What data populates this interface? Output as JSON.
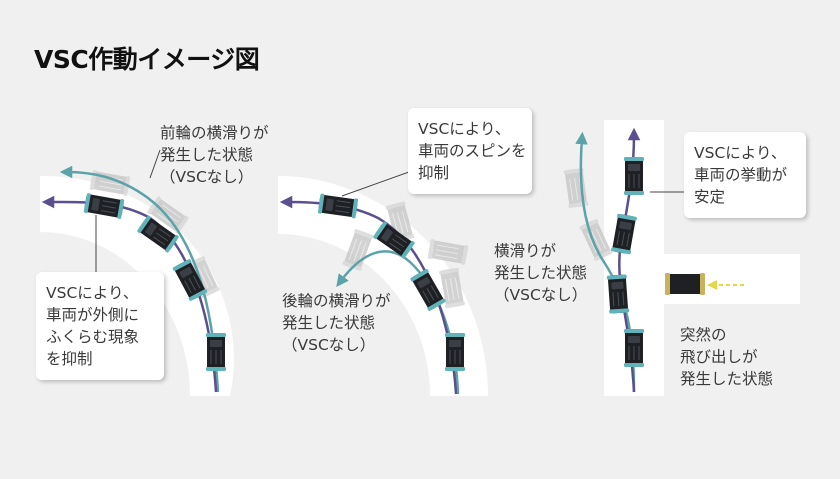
{
  "title": "VSC作動イメージ図",
  "colors": {
    "background": "#f0f0f0",
    "road": "#ffffff",
    "arrow_teal": "#5ba3a8",
    "arrow_purple": "#5b4f8f",
    "car_body": "#1e2024",
    "car_accent": "#5fb3b9",
    "car_ghost": "#c7c7c7",
    "intruder_car": "#c9b35a",
    "intruder_arrow": "#e2d84a"
  },
  "panels": [
    {
      "id": "understeer",
      "skid_label": [
        "前輪の横滑りが",
        "発生した状態",
        "（VSCなし）"
      ],
      "callout": [
        "VSCにより、",
        "車両が外側に",
        "ふくらむ現象",
        "を抑制"
      ]
    },
    {
      "id": "oversteer",
      "callout": [
        "VSCにより、",
        "車両のスピンを",
        "抑制"
      ],
      "skid_label": [
        "後輪の横滑りが",
        "発生した状態",
        "（VSCなし）"
      ]
    },
    {
      "id": "avoidance",
      "callout": [
        "VSCにより、",
        "車両の挙動が",
        "安定"
      ],
      "skid_label": [
        "横滑りが",
        "発生した状態",
        "（VSCなし）"
      ],
      "obstacle_label": [
        "突然の",
        "飛び出しが",
        "発生した状態"
      ]
    }
  ]
}
